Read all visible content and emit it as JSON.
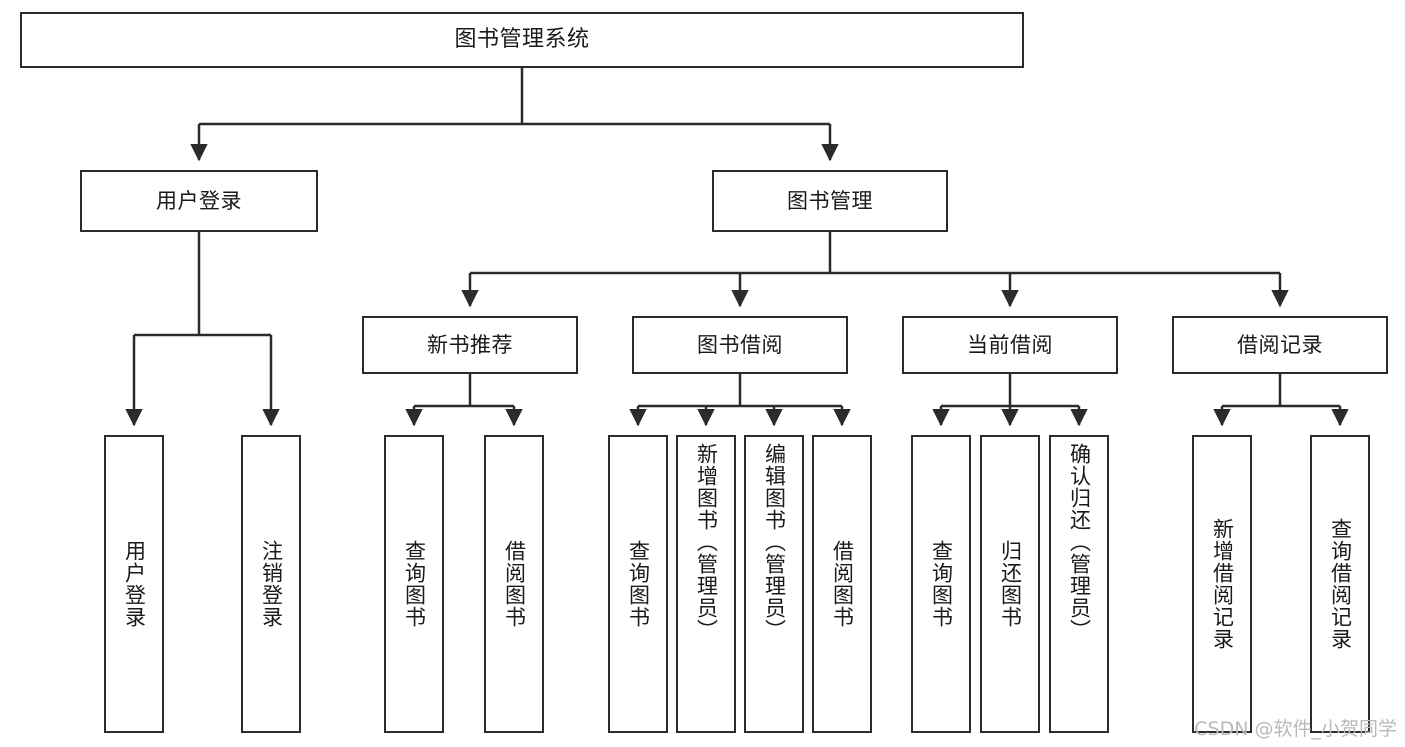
{
  "diagram": {
    "type": "tree-hierarchy",
    "title": "图书管理系统",
    "watermark": "CSDN @软件_小贺同学",
    "colors": {
      "stroke": "#2b2b2b",
      "fill": "#ffffff",
      "text": "#1a1a1a",
      "watermark": "#b9b9b9"
    },
    "root": {
      "label": "图书管理系统"
    },
    "level2": [
      {
        "id": "user-login",
        "label": "用户登录"
      },
      {
        "id": "book-manage",
        "label": "图书管理"
      }
    ],
    "level3": [
      {
        "id": "new-book-recommend",
        "label": "新书推荐"
      },
      {
        "id": "book-borrow",
        "label": "图书借阅"
      },
      {
        "id": "current-borrow",
        "label": "当前借阅"
      },
      {
        "id": "borrow-record",
        "label": "借阅记录"
      }
    ],
    "leaves": {
      "user-login": [
        {
          "id": "leaf-user-login",
          "label": "用户登录"
        },
        {
          "id": "leaf-user-logout",
          "label": "注销登录"
        }
      ],
      "new-book-recommend": [
        {
          "id": "leaf-query-book-1",
          "label": "查询图书"
        },
        {
          "id": "leaf-borrow-book-1",
          "label": "借阅图书"
        }
      ],
      "book-borrow": [
        {
          "id": "leaf-query-book-2",
          "label": "查询图书"
        },
        {
          "id": "leaf-add-book",
          "label": "新增图书（管理员）"
        },
        {
          "id": "leaf-edit-book",
          "label": "编辑图书（管理员）"
        },
        {
          "id": "leaf-borrow-book-2",
          "label": "借阅图书"
        }
      ],
      "current-borrow": [
        {
          "id": "leaf-query-book-3",
          "label": "查询图书"
        },
        {
          "id": "leaf-return-book",
          "label": "归还图书"
        },
        {
          "id": "leaf-confirm-return",
          "label": "确认归还（管理员）"
        }
      ],
      "borrow-record": [
        {
          "id": "leaf-add-record",
          "label": "新增借阅记录"
        },
        {
          "id": "leaf-query-record",
          "label": "查询借阅记录"
        }
      ]
    }
  }
}
